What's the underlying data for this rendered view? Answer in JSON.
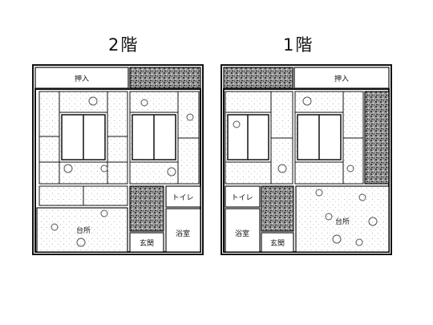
{
  "floors": {
    "floor2": {
      "title": "2階",
      "rooms": {
        "oshiire": "押入",
        "toilet": "トイレ",
        "kitchen": "台所",
        "bath": "浴室",
        "entrance": "玄関"
      }
    },
    "floor1": {
      "title": "1階",
      "rooms": {
        "oshiire": "押入",
        "toilet": "トイレ",
        "kitchen": "台所",
        "bath": "浴室",
        "entrance": "玄関"
      }
    }
  }
}
